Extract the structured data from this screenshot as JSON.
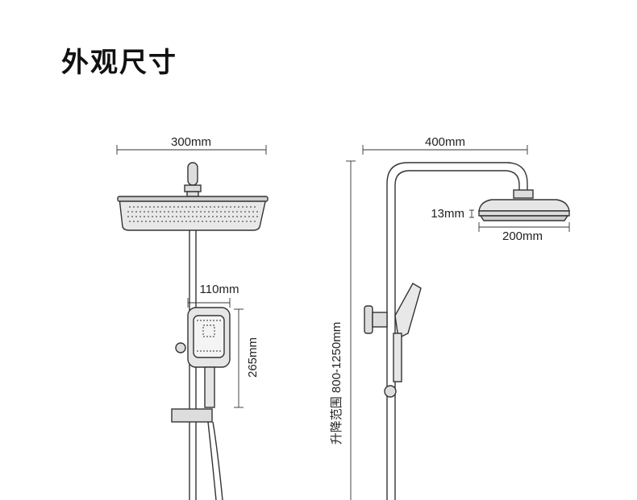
{
  "title": "外观尺寸",
  "dimensions": {
    "top_width": "300mm",
    "handheld_width": "110mm",
    "handheld_height": "265mm",
    "side_reach": "400mm",
    "head_thickness": "13mm",
    "head_diameter": "200mm",
    "height_range": "升降范围 800-1250mm"
  },
  "colors": {
    "line": "#333333",
    "fill": "#e6e6e6",
    "dark": "#444444"
  }
}
